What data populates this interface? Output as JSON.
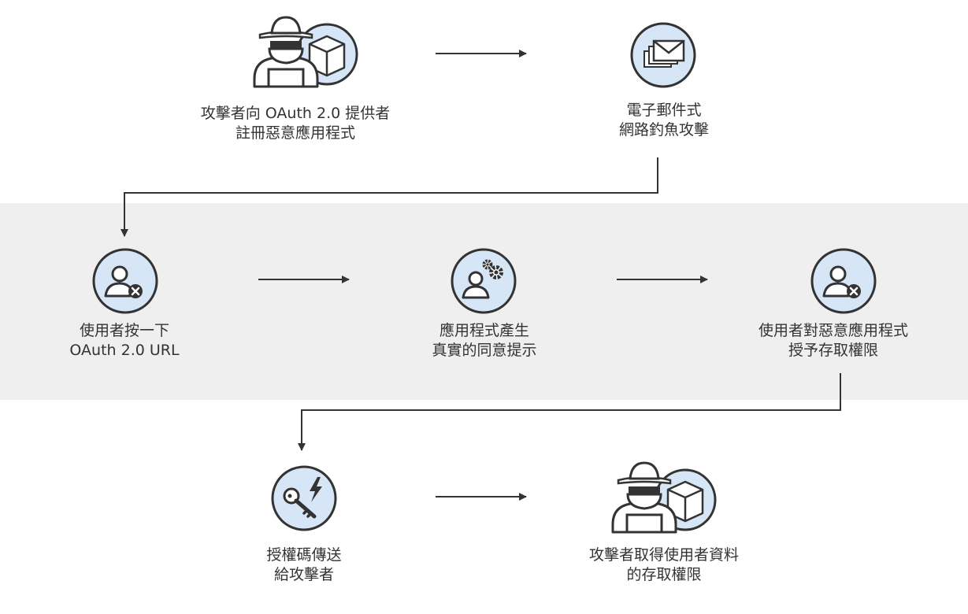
{
  "colors": {
    "icon_fill": "#d7e6f7",
    "icon_stroke": "#333333",
    "band": "#efefef",
    "arrow": "#333333",
    "text": "#333333"
  },
  "steps": [
    {
      "id": "register",
      "icon": "attacker-with-package-icon",
      "lines": [
        "攻擊者向 OAuth 2.0 提供者",
        "註冊惡意應用程式"
      ]
    },
    {
      "id": "phishing",
      "icon": "email-stack-icon",
      "lines": [
        "電子郵件式",
        "網路釣魚攻擊"
      ]
    },
    {
      "id": "click-url",
      "icon": "user-block-icon",
      "lines": [
        "使用者按一下",
        "OAuth 2.0 URL"
      ]
    },
    {
      "id": "consent-prompt",
      "icon": "user-gears-icon",
      "lines": [
        "應用程式產生",
        "真實的同意提示"
      ]
    },
    {
      "id": "grant-access",
      "icon": "user-block-icon",
      "lines": [
        "使用者對惡意應用程式",
        "授予存取權限"
      ]
    },
    {
      "id": "auth-code",
      "icon": "key-lightning-icon",
      "lines": [
        "授權碼傳送",
        "給攻擊者"
      ]
    },
    {
      "id": "data-access",
      "icon": "attacker-with-package-icon",
      "lines": [
        "攻擊者取得使用者資料",
        "的存取權限"
      ]
    }
  ]
}
